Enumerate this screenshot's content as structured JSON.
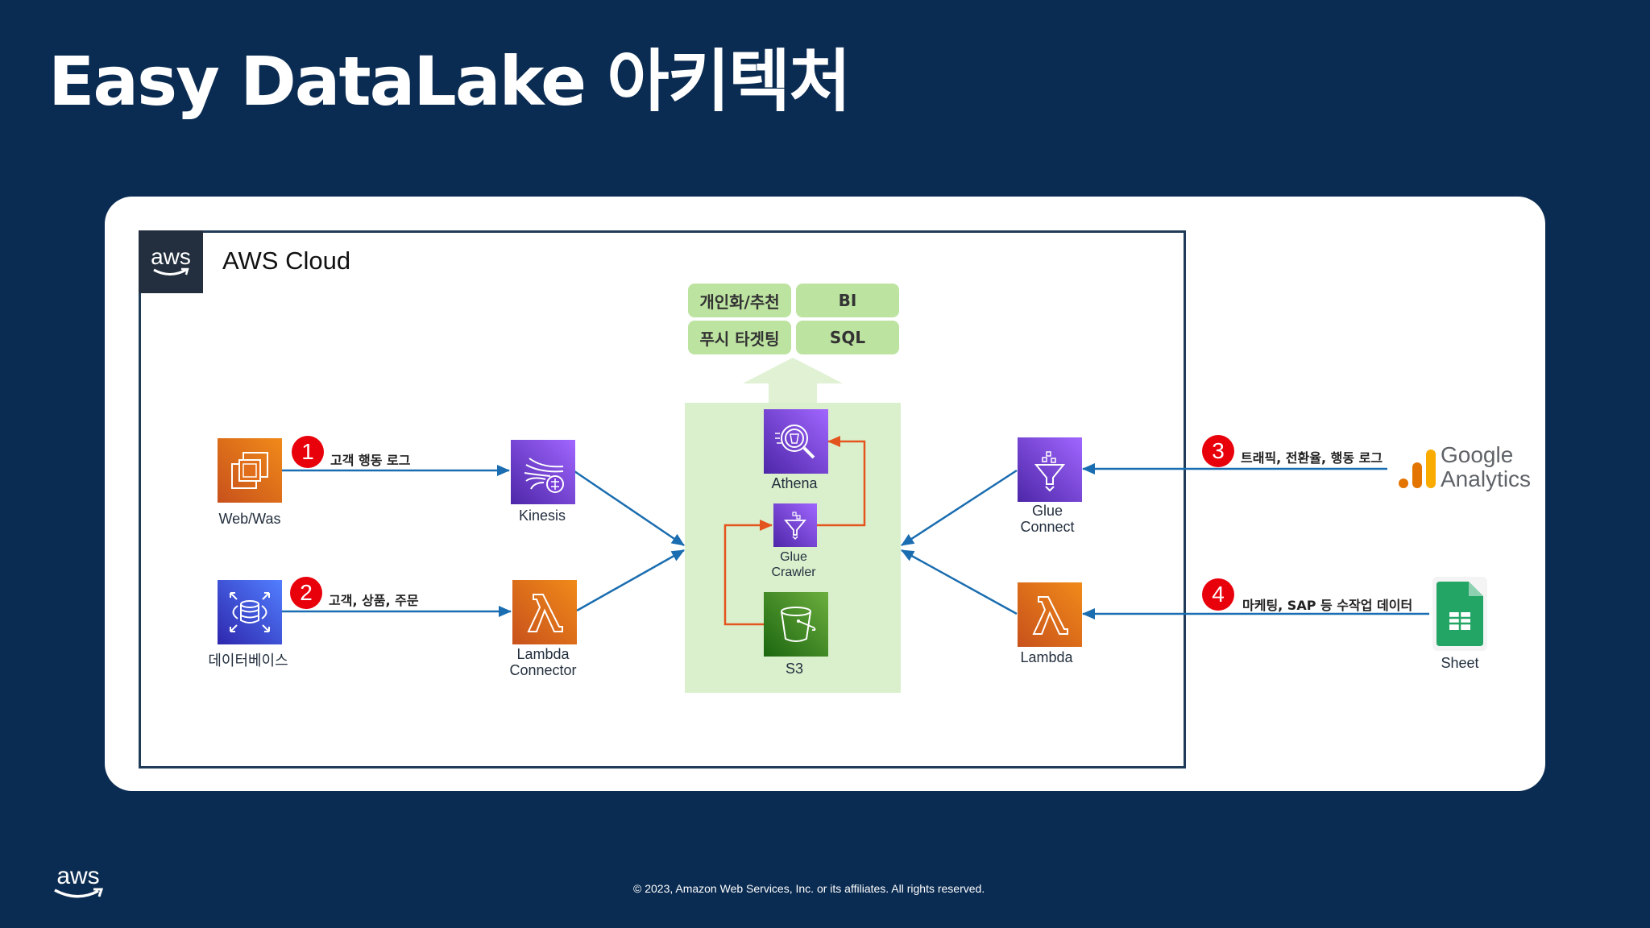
{
  "title": "Easy DataLake 아키텍처",
  "cloud": {
    "badge": "aws",
    "label": "AWS Cloud"
  },
  "use_cases": [
    {
      "label": "개인화/추천"
    },
    {
      "label": "BI"
    },
    {
      "label": "푸시 타겟팅"
    },
    {
      "label": "SQL"
    }
  ],
  "services": {
    "web_was": {
      "label": "Web/Was",
      "icon": "ec2-instances-icon"
    },
    "database": {
      "label": "데이터베이스",
      "icon": "rds-database-icon"
    },
    "kinesis": {
      "label": "Kinesis",
      "icon": "kinesis-icon"
    },
    "lambda_connector": {
      "label_line1": "Lambda",
      "label_line2": "Connector",
      "icon": "lambda-icon"
    },
    "athena": {
      "label": "Athena",
      "icon": "athena-icon"
    },
    "glue_crawler": {
      "label_line1": "Glue",
      "label_line2": "Crawler",
      "icon": "glue-crawler-icon"
    },
    "s3": {
      "label": "S3",
      "icon": "s3-bucket-icon"
    },
    "glue_connect": {
      "label_line1": "Glue",
      "label_line2": "Connect",
      "icon": "glue-icon"
    },
    "lambda": {
      "label": "Lambda",
      "icon": "lambda-icon"
    }
  },
  "external": {
    "google_analytics": {
      "line1": "Google",
      "line2": "Analytics",
      "icon": "google-analytics-icon"
    },
    "sheet": {
      "label": "Sheet",
      "icon": "google-sheets-icon"
    }
  },
  "flows": [
    {
      "step": "1",
      "text": "고객 행동 로그"
    },
    {
      "step": "2",
      "text": "고객, 상품, 주문"
    },
    {
      "step": "3",
      "text": "트래픽, 전환율, 행동 로그"
    },
    {
      "step": "4",
      "text": "마케팅, SAP 등 수작업 데이터"
    }
  ],
  "colors": {
    "background": "#0b2c52",
    "flow_arrow": "#1a6db0",
    "internal_arrow": "#e4541e",
    "step_badge": "#e8000b",
    "data_lake_zone": "#daf0cc",
    "use_case_box": "#bde3a1"
  },
  "footer": {
    "logo": "aws",
    "copyright": "© 2023, Amazon Web Services, Inc. or its affiliates. All rights reserved."
  }
}
